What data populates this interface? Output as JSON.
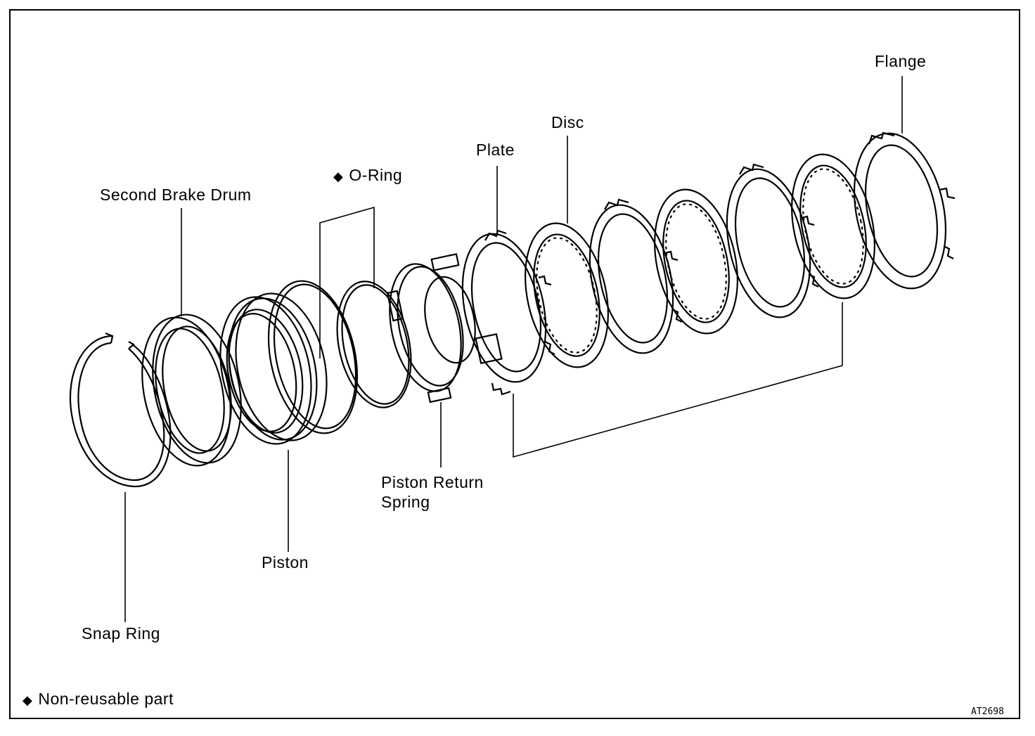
{
  "labels": {
    "flange": "Flange",
    "disc": "Disc",
    "plate": "Plate",
    "o_ring": "O-Ring",
    "second_brake_drum": "Second Brake Drum",
    "piston_return_spring_line1": "Piston Return",
    "piston_return_spring_line2": "Spring",
    "piston": "Piston",
    "snap_ring": "Snap Ring"
  },
  "legend": {
    "symbol": "◆",
    "text": "Non-reusable part"
  },
  "figure_code": "AT2698"
}
